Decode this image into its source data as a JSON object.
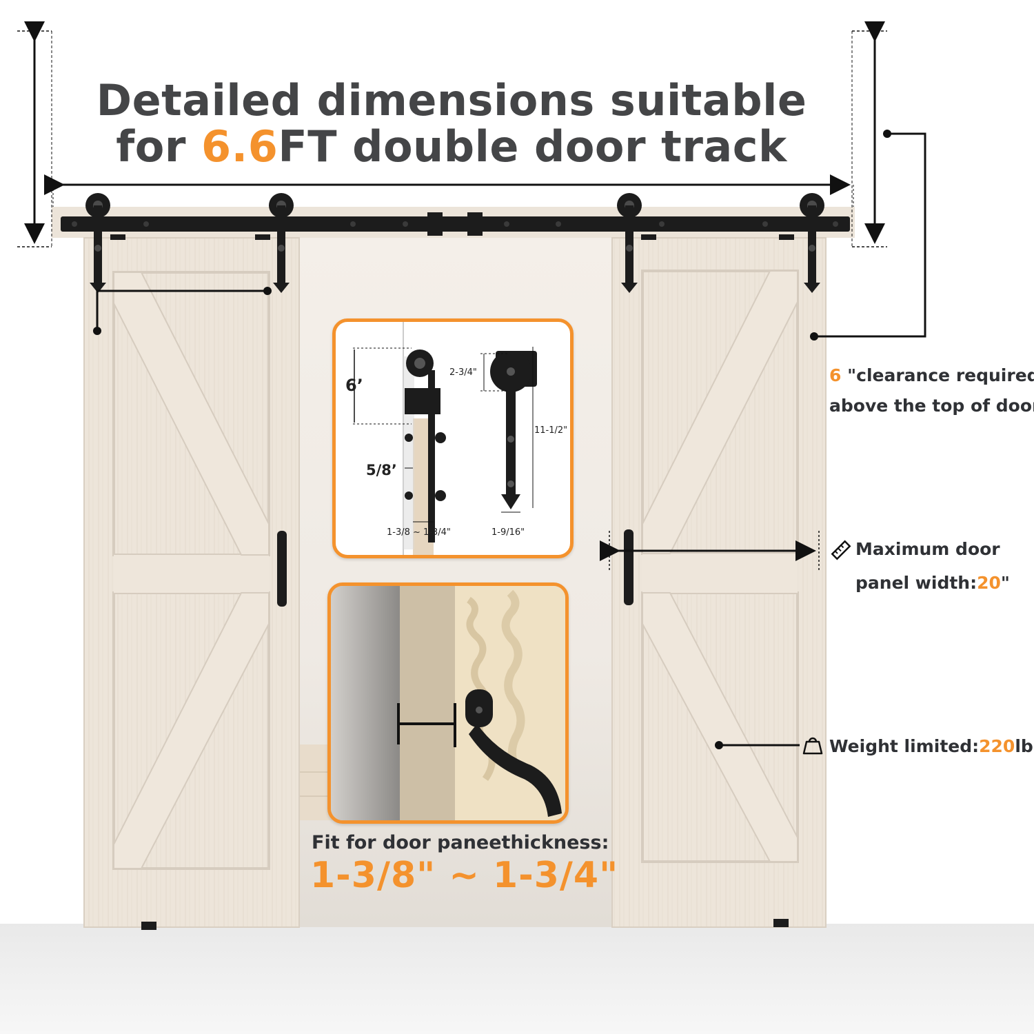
{
  "colors": {
    "accent": "#f4922d",
    "text": "#444547",
    "door": "#ece4d9",
    "hardware": "#1c1c1c",
    "panel_border": "#f4922d"
  },
  "title": {
    "line1": "Detailed dimensions suitable",
    "line2_prefix": "for ",
    "line2_accent": "6.6",
    "line2_suffix": "FT double door track"
  },
  "callouts": {
    "clearance_value": "6",
    "clearance_text": " \"clearance required",
    "clearance_line2": "above the top of door",
    "max_width_line1": "Maximum door",
    "max_width_prefix": "panel width:",
    "max_width_value": "20",
    "max_width_suffix": "\"",
    "weight_prefix": "Weight limited:",
    "weight_value": "220",
    "weight_suffix": "lbs"
  },
  "detail_panel": {
    "dim_6": "6’",
    "dim_5_8": "5/8’",
    "dim_thickness": "1-3/8 ~ 1-3/4\"",
    "dim_2_3_4": "2-3/4\"",
    "dim_11_1_2": "11-1/2\"",
    "dim_1_9_16": "1-9/16\""
  },
  "fit": {
    "label": "Fit for door paneethickness:",
    "value": "1-3/8\" ~ 1-3/4\""
  },
  "icons": [
    "ruler-icon",
    "weight-icon"
  ]
}
